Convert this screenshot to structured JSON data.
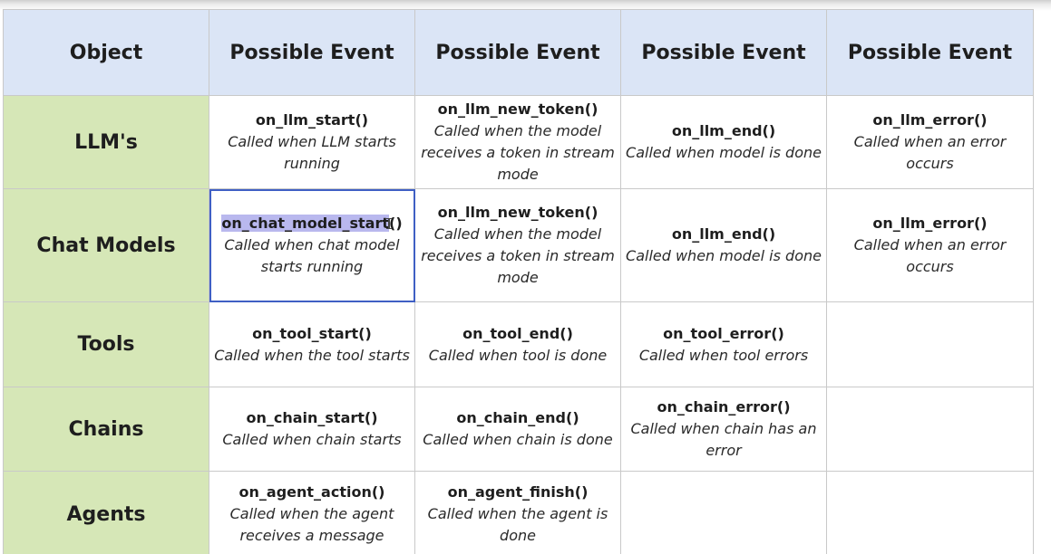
{
  "header": {
    "object": "Object",
    "col1": "Possible Event",
    "col2": "Possible Event",
    "col3": "Possible Event",
    "col4": "Possible Event"
  },
  "rows": {
    "llms": {
      "label": "LLM's",
      "c1": {
        "fn": "on_llm_start()",
        "desc": "Called when LLM starts running"
      },
      "c2": {
        "fn": "on_llm_new_token()",
        "desc": "Called when the model receives a token in stream mode"
      },
      "c3": {
        "fn": "on_llm_end()",
        "desc": "Called when model is done"
      },
      "c4": {
        "fn": "on_llm_error()",
        "desc": "Called when an error occurs"
      }
    },
    "chat_models": {
      "label": "Chat Models",
      "c1": {
        "fn_selected": "on_chat_model_start",
        "fn_rest": "()",
        "desc": "Called when chat model starts running"
      },
      "c2": {
        "fn": "on_llm_new_token()",
        "desc": "Called when the model receives a token in stream mode"
      },
      "c3": {
        "fn": "on_llm_end()",
        "desc": "Called when model is done"
      },
      "c4": {
        "fn": "on_llm_error()",
        "desc": "Called when an error occurs"
      }
    },
    "tools": {
      "label": "Tools",
      "c1": {
        "fn": "on_tool_start()",
        "desc": "Called when the tool starts"
      },
      "c2": {
        "fn": "on_tool_end()",
        "desc": "Called when tool is done"
      },
      "c3": {
        "fn": "on_tool_error()",
        "desc": "Called when tool errors"
      }
    },
    "chains": {
      "label": "Chains",
      "c1": {
        "fn": "on_chain_start()",
        "desc": "Called when chain starts"
      },
      "c2": {
        "fn": "on_chain_end()",
        "desc": "Called when chain is done"
      },
      "c3": {
        "fn": "on_chain_error()",
        "desc": "Called when chain has an error"
      }
    },
    "agents": {
      "label": "Agents",
      "c1": {
        "fn": "on_agent_action()",
        "desc": "Called when the agent receives a message"
      },
      "c2": {
        "fn": "on_agent_finish()",
        "desc": "Called when the agent is done"
      }
    }
  },
  "colors": {
    "header_bg": "#dbe5f6",
    "row_header_bg": "#d6e7b7",
    "selection_highlight": "#b9b8ee",
    "focus_border": "#3f5fc4"
  },
  "icons": {
    "text_cursor": "i-beam-cursor-icon"
  }
}
